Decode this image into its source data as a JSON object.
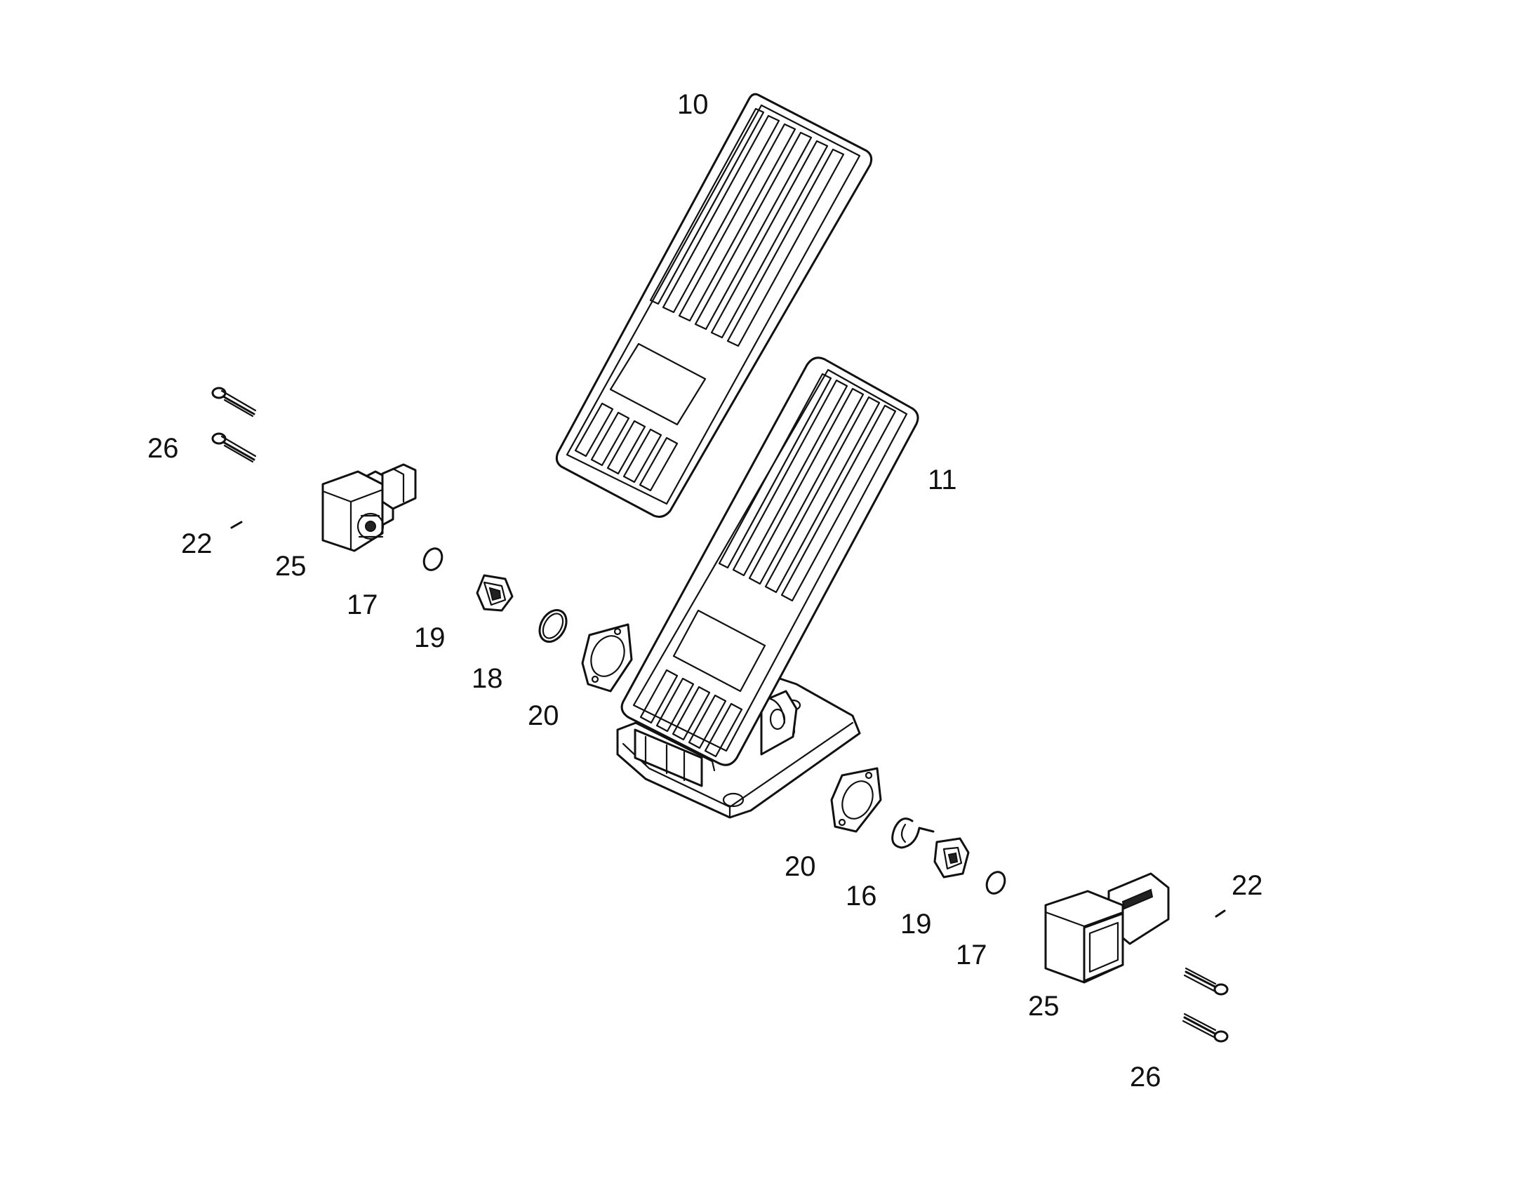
{
  "diagram": {
    "background": "#ffffff",
    "line_color": "#111111",
    "callouts": [
      {
        "id": "c10",
        "text": "10"
      },
      {
        "id": "c11",
        "text": "11"
      },
      {
        "id": "c26a",
        "text": "26"
      },
      {
        "id": "c22a",
        "text": "22"
      },
      {
        "id": "c25a",
        "text": "25"
      },
      {
        "id": "c17a",
        "text": "17"
      },
      {
        "id": "c19a",
        "text": "19"
      },
      {
        "id": "c18",
        "text": "18"
      },
      {
        "id": "c20a",
        "text": "20"
      },
      {
        "id": "c20b",
        "text": "20"
      },
      {
        "id": "c16",
        "text": "16"
      },
      {
        "id": "c19b",
        "text": "19"
      },
      {
        "id": "c17b",
        "text": "17"
      },
      {
        "id": "c22b",
        "text": "22"
      },
      {
        "id": "c25b",
        "text": "25"
      },
      {
        "id": "c26b",
        "text": "26"
      }
    ]
  }
}
